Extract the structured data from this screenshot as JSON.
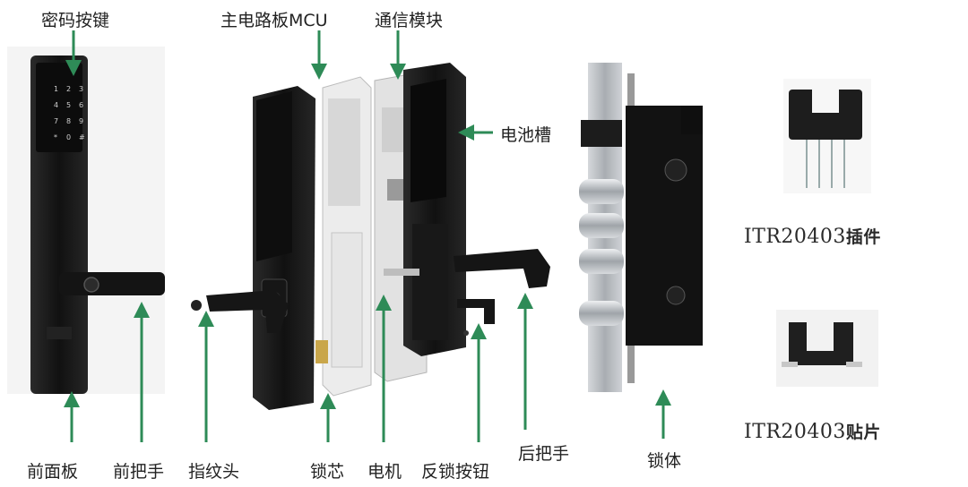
{
  "labels": {
    "keypad": "密码按键",
    "mcu": "主电路板MCU",
    "comm": "通信模块",
    "battery": "电池槽",
    "front_panel": "前面板",
    "front_handle": "前把手",
    "fingerprint": "指纹头",
    "cylinder": "锁芯",
    "motor": "电机",
    "anti_lock": "反锁按钮",
    "rear_handle": "后把手",
    "lock_body": "锁体"
  },
  "sensors": {
    "dip": {
      "model": "ITR20403",
      "type": "插件"
    },
    "smd": {
      "model": "ITR20403",
      "type": "贴片"
    }
  },
  "keypad_keys": [
    "1",
    "2",
    "3",
    "4",
    "5",
    "6",
    "7",
    "8",
    "9",
    "*",
    "0",
    "#"
  ],
  "colors": {
    "arrow": "#2e8b57",
    "lock_dark": "#1a1a1a",
    "metal": "#b9bdc2"
  }
}
